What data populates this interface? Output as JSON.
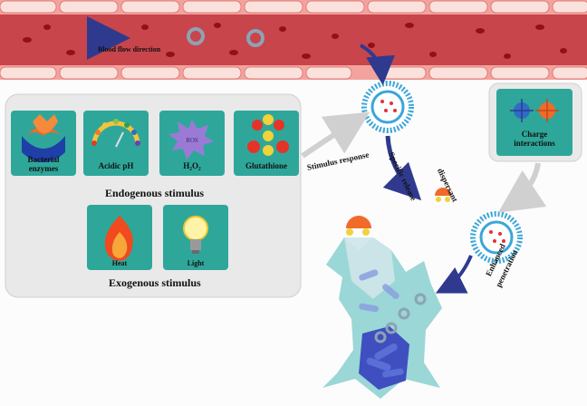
{
  "blood_vessel": {
    "flow_label": "Blood flow direction"
  },
  "stimuli": {
    "endogenous": {
      "title": "Endogenous stimulus",
      "items": [
        {
          "label": "Bacterial enzymes",
          "line1": "Bacterial",
          "line2": "enzymes"
        },
        {
          "label": "Acidic pH"
        },
        {
          "label": "H₂O₂",
          "badge": "ROS"
        },
        {
          "label": "Glutathione"
        }
      ]
    },
    "exogenous": {
      "title": "Exogenous stimulus",
      "items": [
        {
          "label": "Heat"
        },
        {
          "label": "Light"
        }
      ]
    }
  },
  "charge_panel": {
    "line1": "Charge",
    "line2": "interactions"
  },
  "annotations": {
    "stimulus_response": "Stimulus response",
    "specific_release": "Specific release",
    "dispersant": "dispersant",
    "enhanced": "Enhanced",
    "penetration": "penetration"
  },
  "colors": {
    "vessel": "#c8454b",
    "vessel_wall": "#f4a8a2",
    "tile": "#2ea79a",
    "panel": "#e9e9e9",
    "arrow": "#2f3a8f",
    "nanoparticle": "#3aa6d9"
  }
}
